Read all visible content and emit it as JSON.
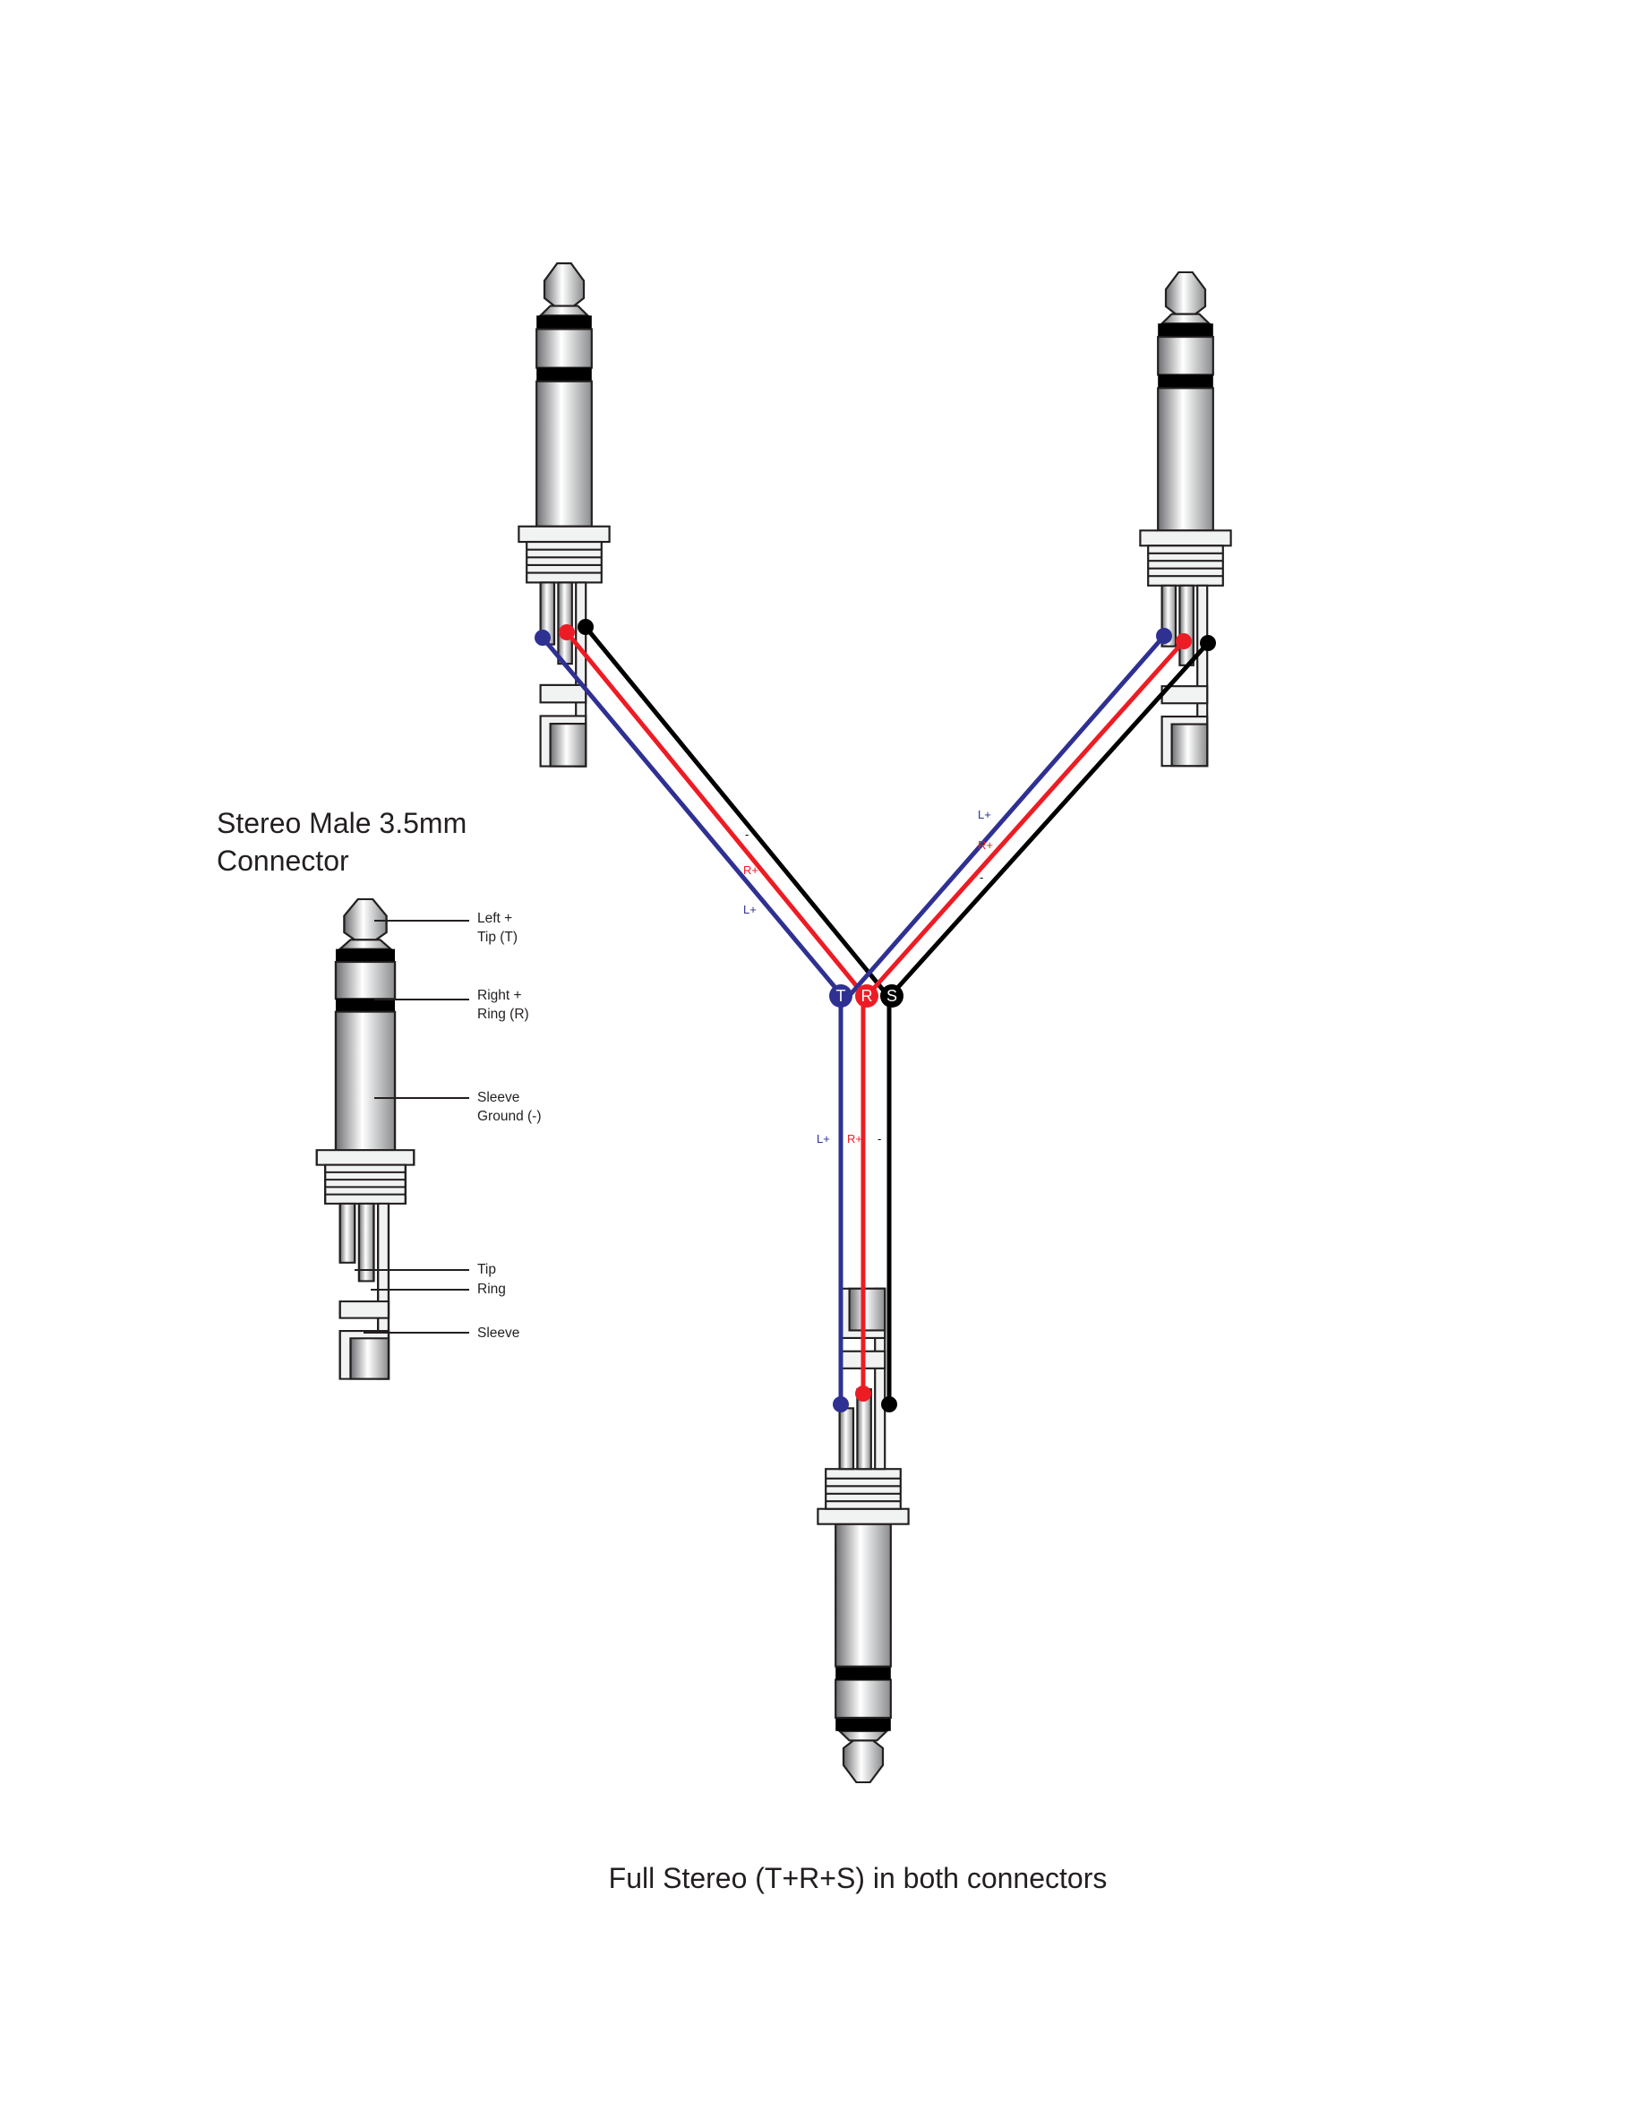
{
  "reference": {
    "title_line1": "Stereo Male 3.5mm",
    "title_line2": "Connector",
    "labels": {
      "tip_line1": "Left +",
      "tip_line2": "Tip (T)",
      "ring_line1": "Right +",
      "ring_line2": "Ring (R)",
      "sleeve_line1": "Sleeve",
      "sleeve_line2": "Ground (-)",
      "pin_tip": "Tip",
      "pin_ring": "Ring",
      "pin_sleeve": "Sleeve"
    }
  },
  "junction": {
    "tip": "T",
    "ring": "R",
    "sleeve": "S"
  },
  "wire_labels": {
    "left_branch": {
      "sleeve": "-",
      "ring": "R+",
      "tip": "L+"
    },
    "right_branch": {
      "tip": "L+",
      "ring": "R+",
      "sleeve": "-"
    },
    "trunk": {
      "tip": "L+",
      "ring": "R+",
      "sleeve": "-"
    }
  },
  "caption": "Full Stereo (T+R+S) in both connectors",
  "colors": {
    "tip_wire": "#2e3192",
    "ring_wire": "#ed1c24",
    "sleeve_wire": "#000000"
  }
}
